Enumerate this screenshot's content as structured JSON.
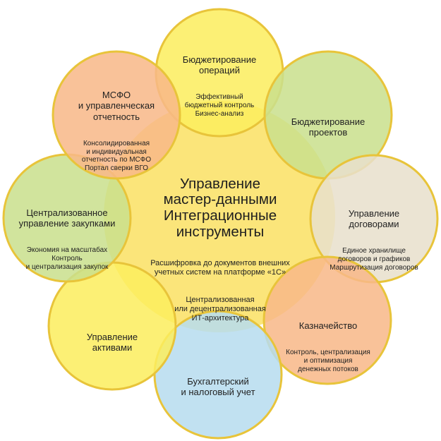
{
  "center": {
    "title": "Управление\nмастер-данными\nИнтеграционные\nинструменты",
    "details": [
      "Расшифровка до документов внешних\nучетных систем на платформе «1С»",
      "Централизованная\nили децентрализованная\nИТ-архитектура"
    ]
  },
  "nodes": [
    {
      "id": "budget-ops",
      "title": "Бюджетирование\nопераций",
      "details": "Эффективный\nбюджетный контроль\nБизнес-анализ",
      "color": "#fbee5e"
    },
    {
      "id": "budget-projects",
      "title": "Бюджетирование\nпроектов",
      "details": "",
      "color": "#c9df8d"
    },
    {
      "id": "contracts",
      "title": "Управление\nдоговорами",
      "details": "Единое хранилище\nдоговоров и графиков\nМаршрутизация договоров",
      "color": "#e8e0cc"
    },
    {
      "id": "treasury",
      "title": "Казначейство",
      "details": "Контроль, централизация\nи оптимизация\nденежных потоков",
      "color": "#f8b888"
    },
    {
      "id": "accounting",
      "title": "Бухгалтерский\nи налоговый учет",
      "details": "",
      "color": "#b7dcef"
    },
    {
      "id": "assets",
      "title": "Управление\nактивами",
      "details": "",
      "color": "#fbee5e"
    },
    {
      "id": "procurement",
      "title": "Централизованное\nуправление закупками",
      "details": "Экономия на масштабах\nКонтроль\nи централизация закупок",
      "color": "#c9df8d"
    },
    {
      "id": "ifrs",
      "title": "МСФО\nи управленческая\nотчетность",
      "details": "Консолидированная\nи индивидуальная\nотчетность по МСФО\nПортал сверки ВГО",
      "color": "#f8b888"
    }
  ],
  "colors": {
    "ring": "#e8c43a",
    "center": "#fbe57a"
  }
}
